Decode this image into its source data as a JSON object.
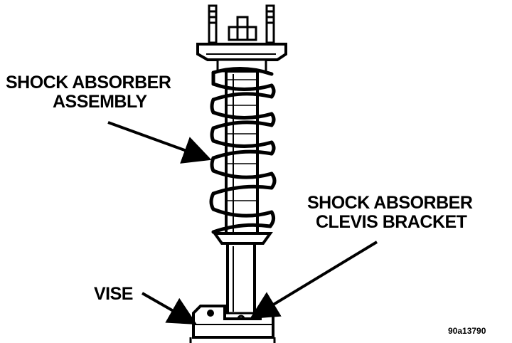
{
  "callouts": {
    "shock_assembly": {
      "line1": "SHOCK ABSORBER",
      "line2": "ASSEMBLY"
    },
    "clevis_bracket": {
      "line1": "SHOCK ABSORBER",
      "line2": "CLEVIS BRACKET"
    },
    "vise": {
      "text": "VISE"
    }
  },
  "figure_id": "90a13790"
}
